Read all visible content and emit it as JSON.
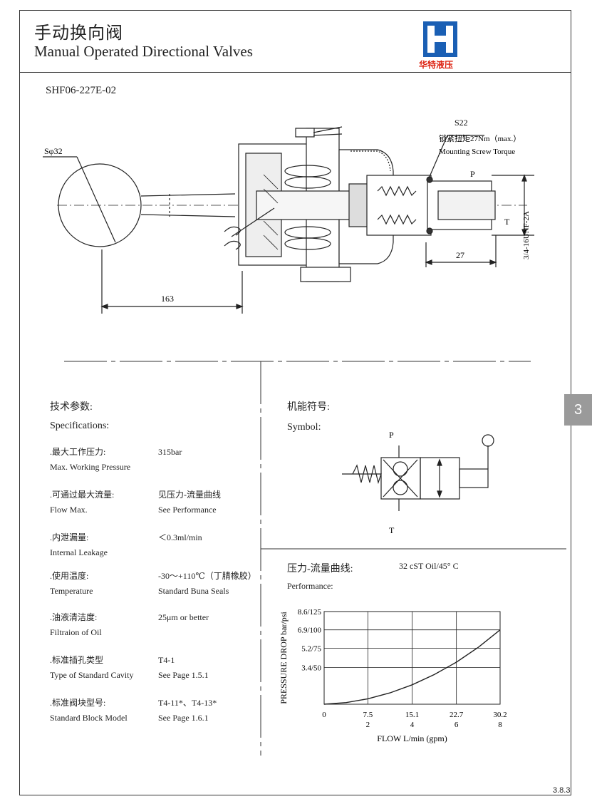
{
  "header": {
    "title_cn": "手动换向阀",
    "title_en": "Manual Operated Directional Valves",
    "logo_text": "华特液压"
  },
  "model": "SHF06-227E-02",
  "drawing": {
    "knob_dim": "Sφ32",
    "length_dim": "163",
    "s22": "S22",
    "torque_cn": "锁紧扭矩27Nm（max.）",
    "torque_en": "Mounting Screw Torque",
    "port_p": "P",
    "port_t": "T",
    "dim_27": "27",
    "thread": "3/4-16UNF-2A"
  },
  "specs": {
    "heading_cn": "技术参数:",
    "heading_en": "Specifications:",
    "rows": [
      {
        "k_cn": ".最大工作压力:",
        "k_en": "Max. Working Pressure",
        "v1": "315bar",
        "v2": ""
      },
      {
        "k_cn": ".可通过最大流量:",
        "k_en": "Flow Max.",
        "v1": "见压力-流量曲线",
        "v2": "See Performance"
      },
      {
        "k_cn": ".内泄漏量:",
        "k_en": "Internal Leakage",
        "v1": "＜0.3ml/min",
        "v2": ""
      },
      {
        "k_cn": ".使用温度:",
        "k_en": "Temperature",
        "v1": "-30～+110℃（丁腈橡胶）",
        "v2": "Standard Buna Seals"
      },
      {
        "k_cn": ".油液清洁度:",
        "k_en": "Filtraion of Oil",
        "v1": "25μm or better",
        "v2": ""
      },
      {
        "k_cn": ".标准插孔类型",
        "k_en": "Type of Standard  Cavity",
        "v1": "T4-1",
        "v2": "See Page 1.5.1"
      },
      {
        "k_cn": ".标准阀块型号:",
        "k_en": "Standard Block Model",
        "v1": "T4-11*、T4-13*",
        "v2": "See Page 1.6.1"
      }
    ]
  },
  "symbol": {
    "heading_cn": "机能符号:",
    "heading_en": "Symbol:",
    "port_p": "P",
    "port_t": "T"
  },
  "chart_data": {
    "type": "line",
    "title_cn": "压力-流量曲线:",
    "title_en": "Performance:",
    "condition": "32 cST Oil/45° C",
    "ylabel": "PRESSURE DROP  bar/psi",
    "xlabel": "FLOW L/min (gpm)",
    "x_ticks_lpm": [
      "0",
      "7.5",
      "15.1",
      "22.7",
      "30.2"
    ],
    "x_ticks_gpm": [
      "",
      "2",
      "4",
      "6",
      "8"
    ],
    "y_ticks": [
      "3.4/50",
      "5.2/75",
      "6.9/100",
      "8.6/125"
    ],
    "xlim": [
      0,
      30.2
    ],
    "ylim": [
      0,
      8.6
    ],
    "series": [
      {
        "x": [
          0,
          3.8,
          7.5,
          11.3,
          15.1,
          18.9,
          22.7,
          26.5,
          30.2
        ],
        "y": [
          0,
          0.15,
          0.5,
          1.05,
          1.8,
          2.75,
          3.9,
          5.3,
          6.9
        ]
      }
    ],
    "grid": true
  },
  "footer": {
    "tab": "3",
    "page": "3.8.3"
  }
}
